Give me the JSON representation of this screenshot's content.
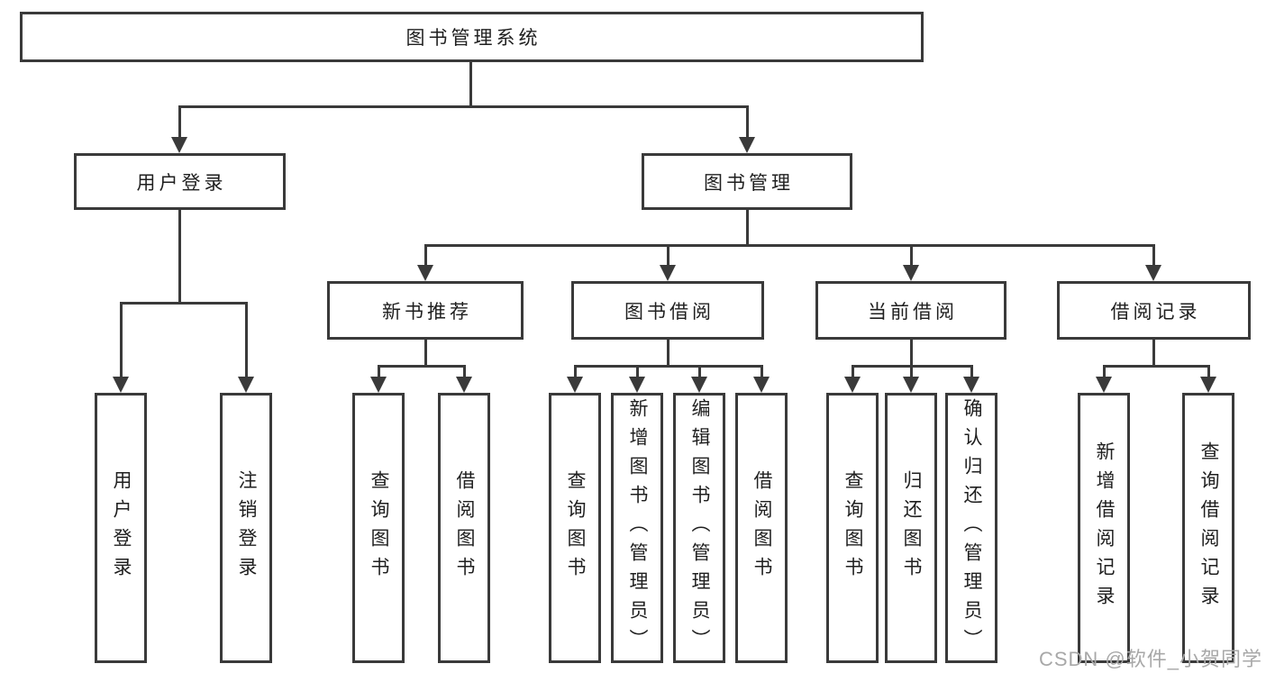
{
  "diagram": {
    "root": {
      "label": "图书管理系统"
    },
    "level2": [
      {
        "label": "用户登录"
      },
      {
        "label": "图书管理"
      }
    ],
    "level3": [
      {
        "label": "新书推荐"
      },
      {
        "label": "图书借阅"
      },
      {
        "label": "当前借阅"
      },
      {
        "label": "借阅记录"
      }
    ],
    "leaves": [
      {
        "label": "用户登录"
      },
      {
        "label": "注销登录"
      },
      {
        "label": "查询图书"
      },
      {
        "label": "借阅图书"
      },
      {
        "label": "查询图书"
      },
      {
        "label": "新增图书（管理员）"
      },
      {
        "label": "编辑图书（管理员）"
      },
      {
        "label": "借阅图书"
      },
      {
        "label": "查询图书"
      },
      {
        "label": "归还图书"
      },
      {
        "label": "确认归还（管理员）"
      },
      {
        "label": "新增借阅记录"
      },
      {
        "label": "查询借阅记录"
      }
    ],
    "colors": {
      "line": "#3a3a3a",
      "text": "#1f1f1f",
      "watermark": "#a8a8a8",
      "background": "#ffffff"
    }
  },
  "watermark": {
    "text": "CSDN @软件_小贺同学"
  }
}
